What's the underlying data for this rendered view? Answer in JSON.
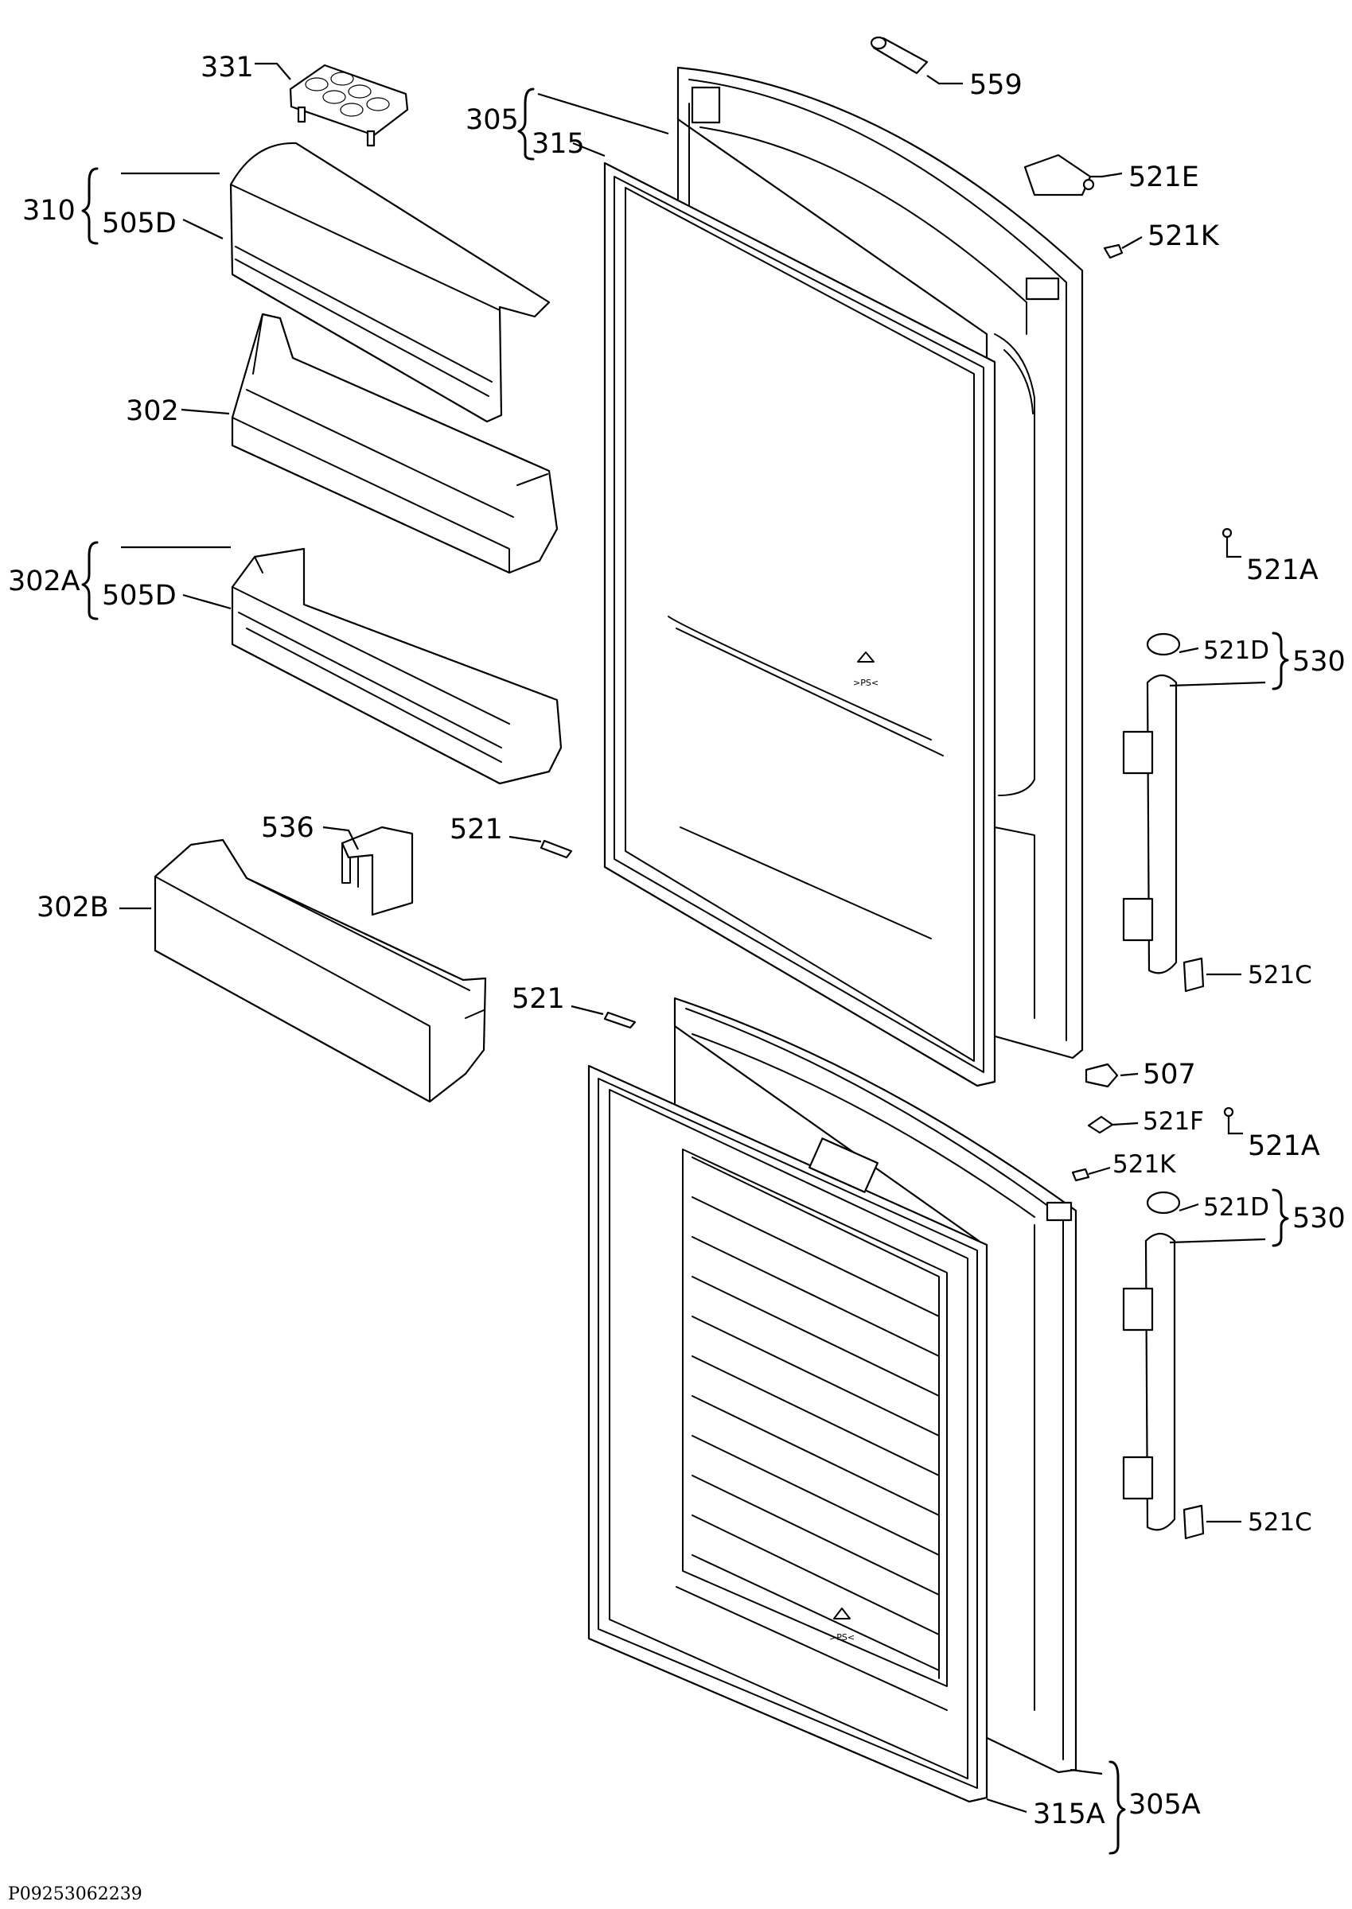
{
  "document": {
    "drawing_number": "P09253062239"
  },
  "callouts": {
    "p331": "331",
    "p559": "559",
    "p305": "305",
    "p315": "315",
    "p310": "310",
    "p505d_top": "505D",
    "p521e": "521E",
    "p521k_top": "521K",
    "p302": "302",
    "p302a": "302A",
    "p505d_mid": "505D",
    "p521a_top": "521A",
    "p521d_top": "521D",
    "p530_top": "530",
    "p536": "536",
    "p521_upper": "521",
    "p302b": "302B",
    "p521c_top": "521C",
    "p521_lower": "521",
    "p507": "507",
    "p521f": "521F",
    "p521a_bottom": "521A",
    "p521k_bottom": "521K",
    "p521d_bottom": "521D",
    "p530_bottom": "530",
    "p521c_bottom": "521C",
    "p315a": "315A",
    "p305a": "305A"
  }
}
